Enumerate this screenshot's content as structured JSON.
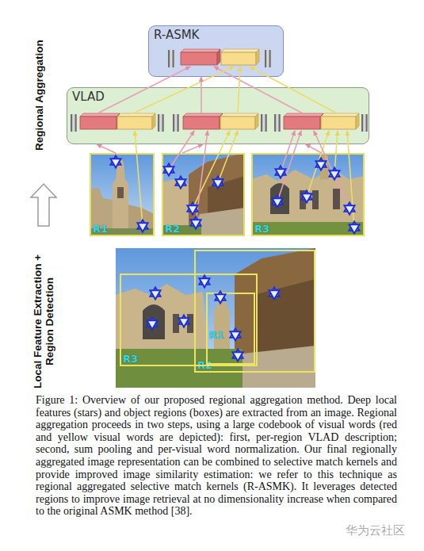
{
  "diagram": {
    "caption": "Figure 1: Overview of our proposed regional aggregation method. Deep local features (stars) and object regions (boxes) are extracted from an image. Regional aggregation proceeds in two steps, using a large codebook of visual words (red and yellow visual words are depicted): first, per-region VLAD description; second, sum pooling and per-visual word normalization. Our final regionally aggregated image representation can be combined to selective match kernels and provide improved image similarity estimation: we refer to this technique as regional aggregated selective match kernels (R-ASMK). It leverages detected regions to improve image retrieval at no dimensionality increase when compared to the original ASMK method [38].",
    "nodes": [
      {
        "text": [
          "R-ASMK"
        ]
      },
      {
        "text": [
          "VLAD"
        ]
      },
      {
        "text": [
          "R1"
        ]
      },
      {
        "text": [
          "R2"
        ]
      },
      {
        "text": [
          "R3"
        ]
      },
      {
        "text": [
          "R2"
        ]
      },
      {
        "text": [
          "R1"
        ],
        "in": 5
      },
      {
        "text": [
          "R3"
        ]
      }
    ],
    "edges": [
      {
        "from": 2,
        "to": 1,
        "arrow": "to"
      },
      {
        "from": 3,
        "to": 1,
        "arrow": "to"
      },
      {
        "from": 4,
        "to": 1,
        "arrow": "to"
      },
      {
        "from": 1,
        "to": 0,
        "arrow": "to"
      }
    ],
    "labels": [
      "Regional Aggregation",
      "Local Feature Extraction + Region Detection",
      "华为云社区"
    ]
  }
}
